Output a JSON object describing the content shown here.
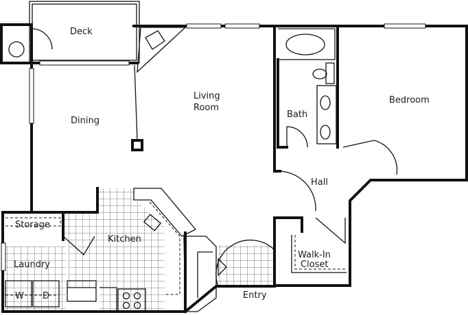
{
  "rooms": {
    "deck": "Deck",
    "dining": "Dining",
    "living_line1": "Living",
    "living_line2": "Room",
    "bath": "Bath",
    "bedroom": "Bedroom",
    "hall": "Hall",
    "storage": "Storage",
    "kitchen": "Kitchen",
    "laundry": "Laundry",
    "walkin_line1": "Walk-In",
    "walkin_line2": "Closet",
    "entry": "Entry",
    "washer": "W",
    "dryer": "D"
  }
}
